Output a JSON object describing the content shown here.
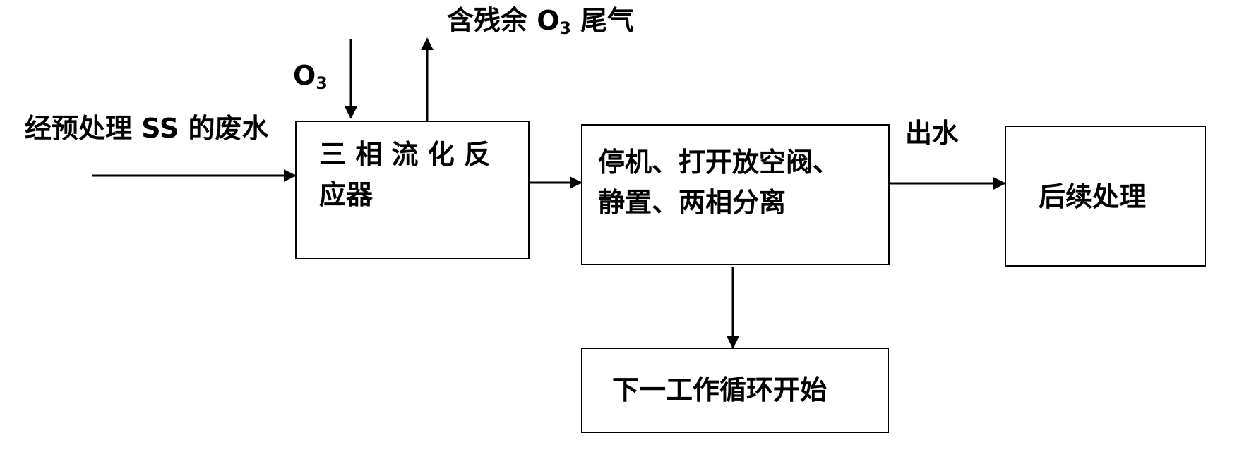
{
  "labels": {
    "exhaust_prefix": "含残余 O",
    "exhaust_sub": "3",
    "exhaust_suffix": "尾气",
    "ozone_prefix": "O",
    "ozone_sub": "3",
    "wastewater_input": "经预处理 SS 的废水",
    "effluent": "出水"
  },
  "boxes": {
    "reactor": {
      "line1": "三 相 流 化 反",
      "line2": "应器"
    },
    "separation": {
      "line1": "停机、打开放空阀、",
      "line2": "静置、两相分离"
    },
    "post_treatment": {
      "text": "后续处理"
    },
    "next_cycle": {
      "text": "下一工作循环开始"
    }
  }
}
